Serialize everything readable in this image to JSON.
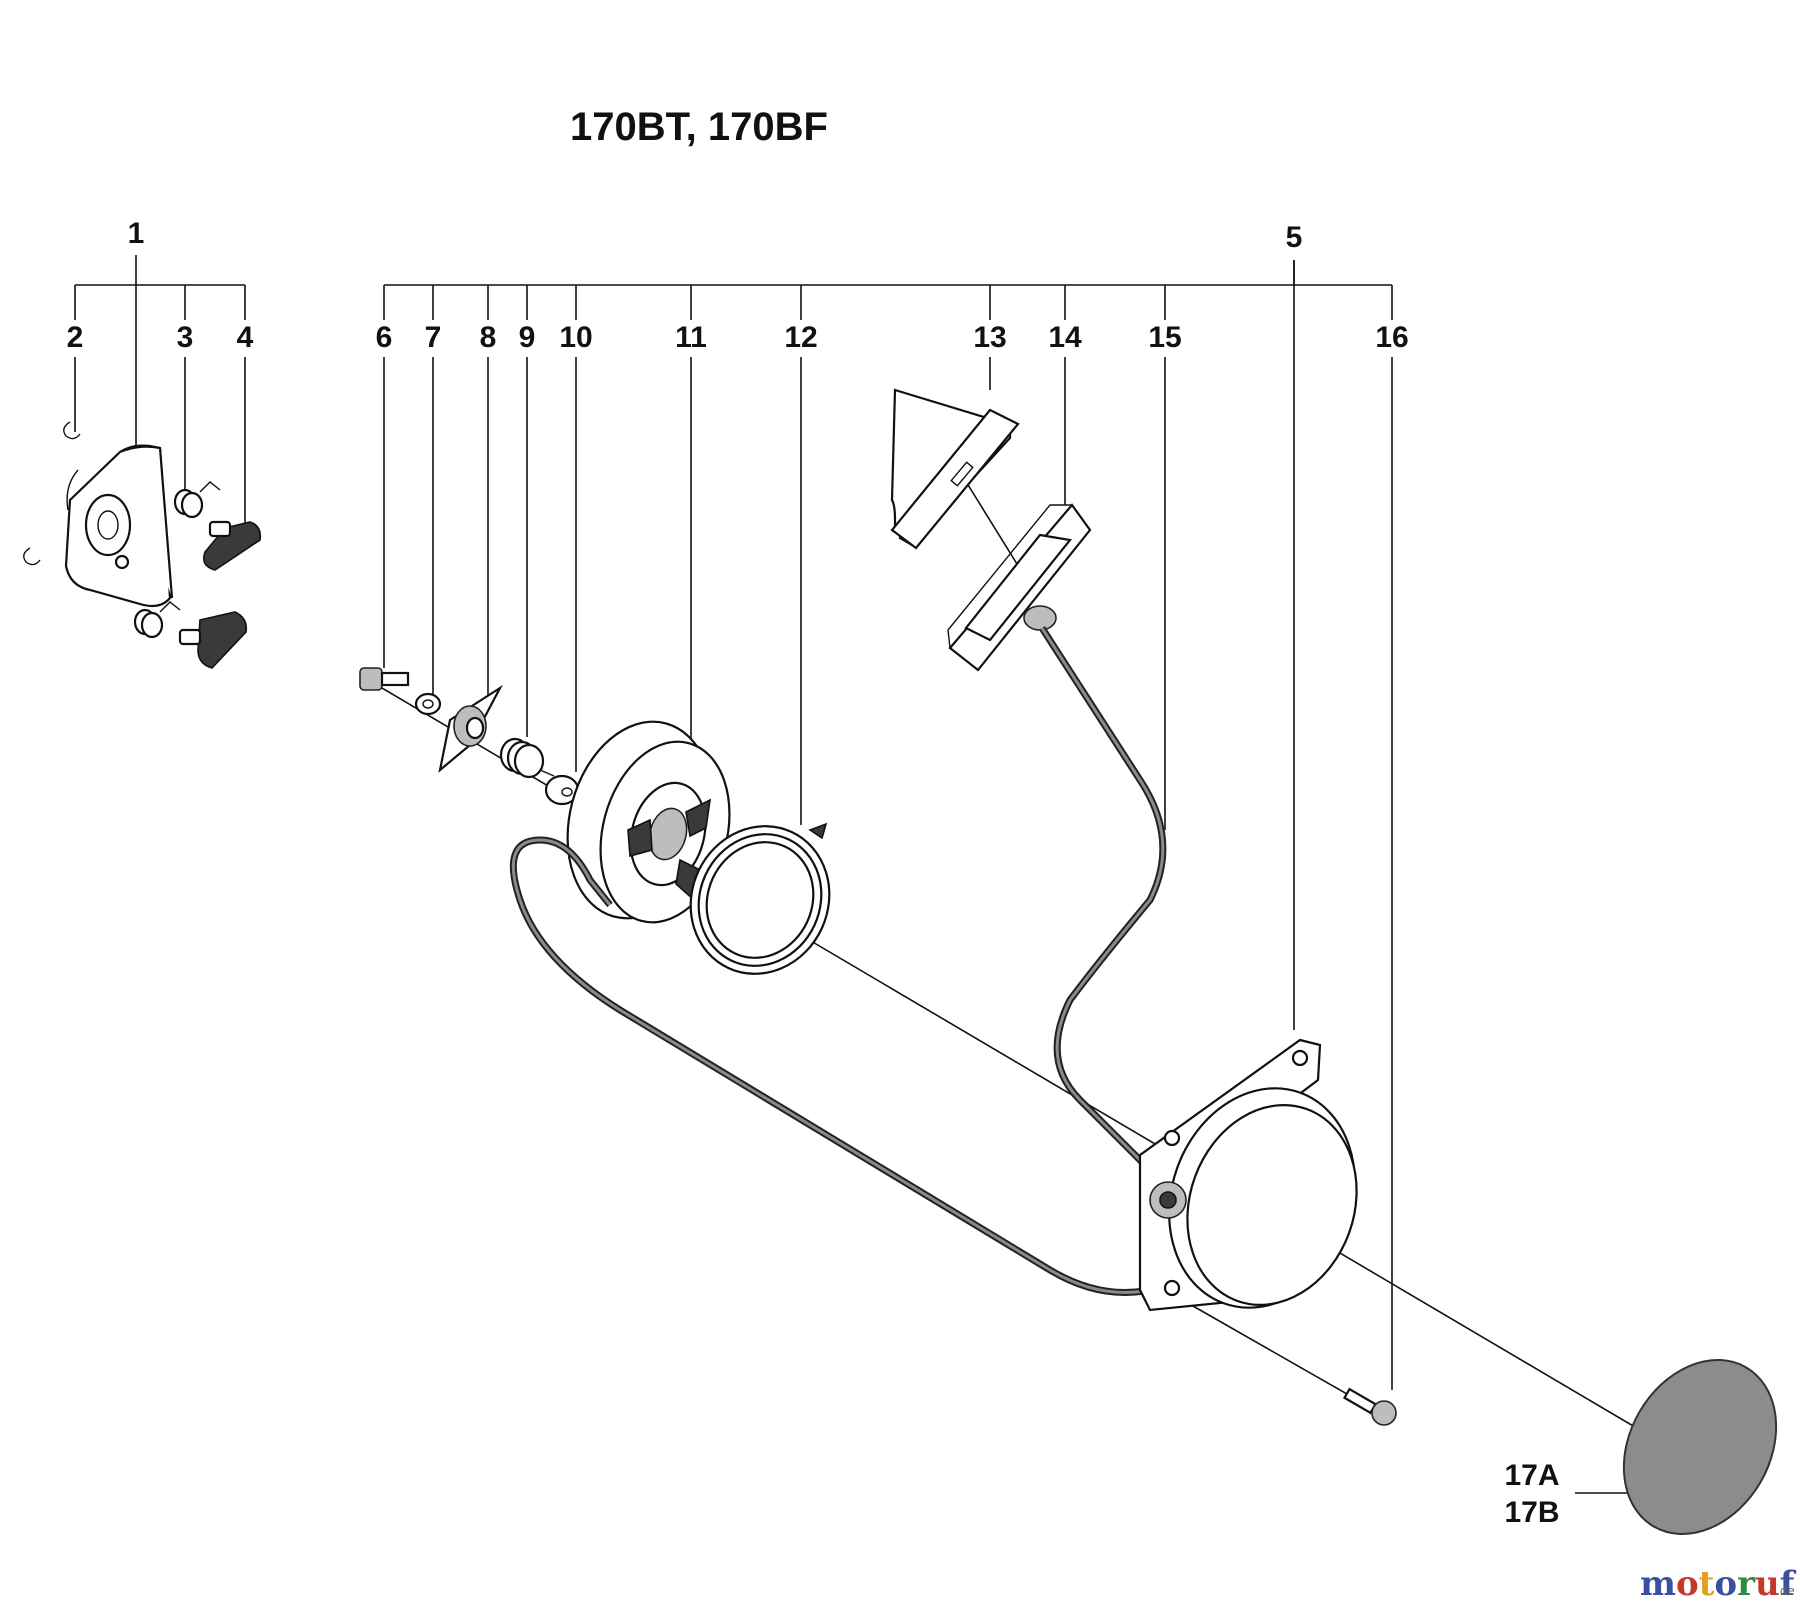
{
  "title": "170BT, 170BF",
  "callouts": {
    "c1": "1",
    "c2": "2",
    "c3": "3",
    "c4": "4",
    "c5": "5",
    "c6": "6",
    "c7": "7",
    "c8": "8",
    "c9": "9",
    "c10": "10",
    "c11": "11",
    "c12": "12",
    "c13": "13",
    "c14": "14",
    "c15": "15",
    "c16": "16",
    "c17a": "17A",
    "c17b": "17B"
  },
  "watermark": {
    "text": "motoruf",
    "suffix": ".de",
    "colors": [
      "#3a4fa0",
      "#c0392b",
      "#e0a020",
      "#3a4fa0",
      "#2e8b3a",
      "#c0392b",
      "#3a4fa0"
    ]
  }
}
